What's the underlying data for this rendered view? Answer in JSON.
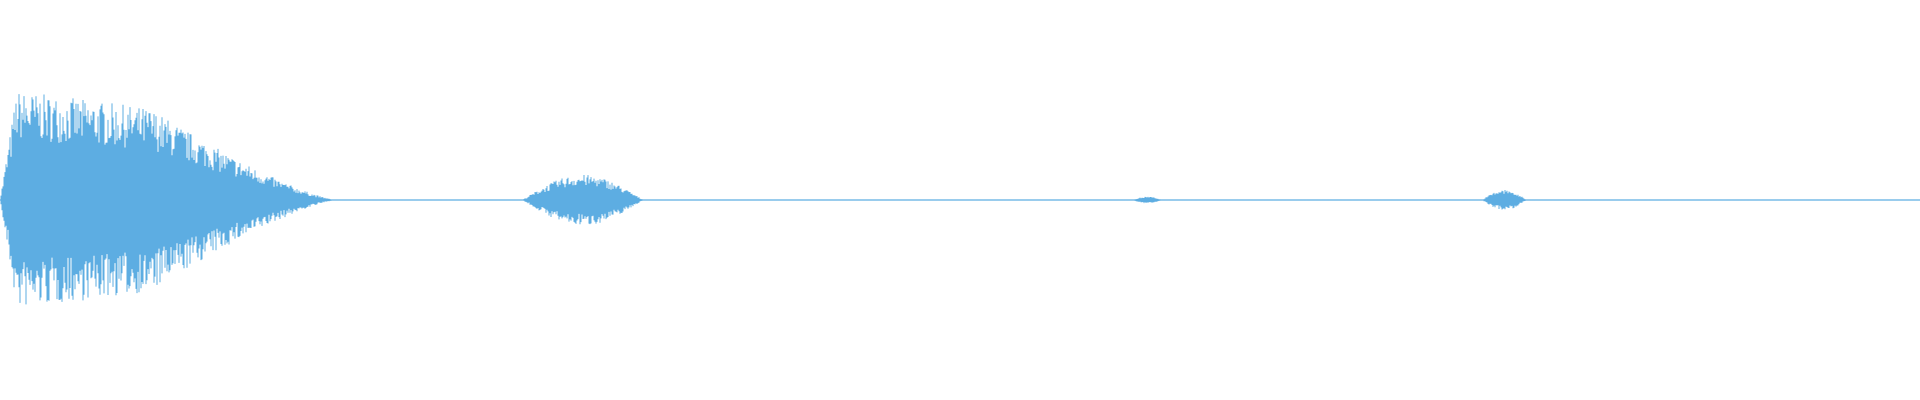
{
  "waveform": {
    "color": "#5dade2",
    "background": "#ffffff",
    "segments": [
      {
        "start": 0.0,
        "end": 0.175,
        "level": 0.95
      },
      {
        "start": 0.272,
        "end": 0.335,
        "level": 0.22
      },
      {
        "start": 0.59,
        "end": 0.605,
        "level": 0.03
      },
      {
        "start": 0.772,
        "end": 0.795,
        "level": 0.09
      }
    ]
  }
}
